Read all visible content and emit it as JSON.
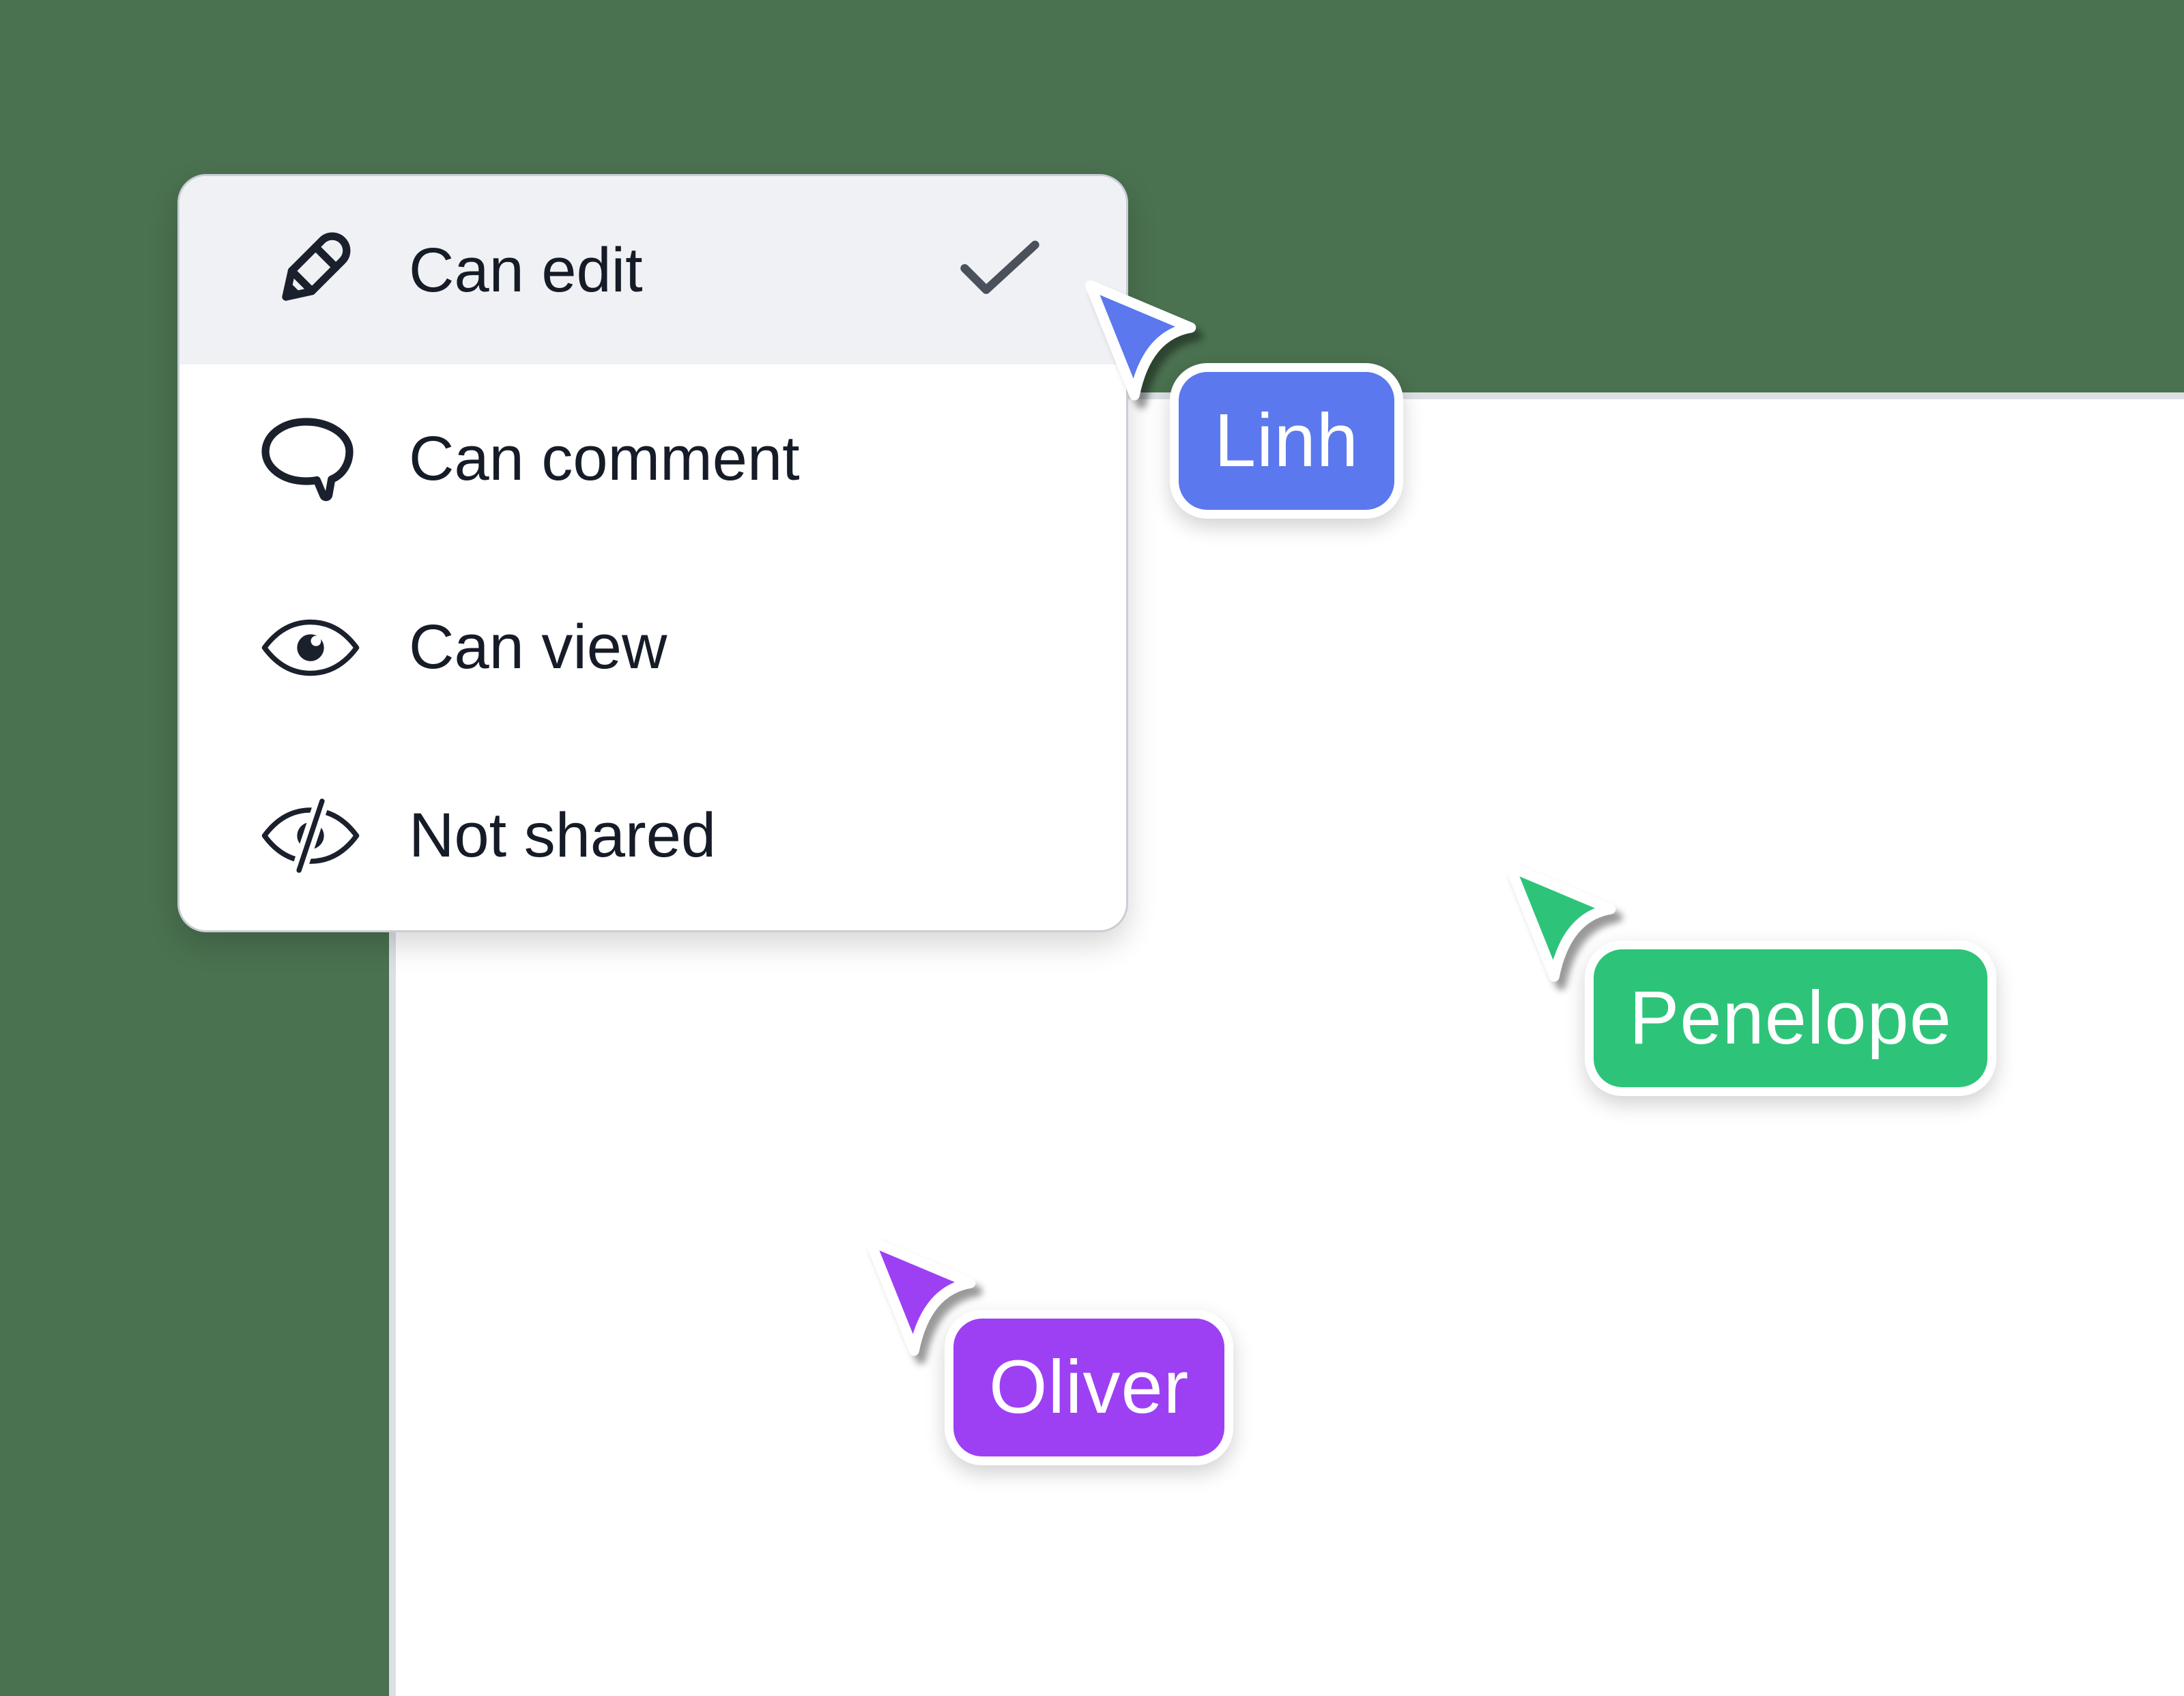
{
  "background": {
    "color": "#4A7150"
  },
  "canvas": {
    "background": "#FFFFFF",
    "edge_color": "#DCE0E4"
  },
  "menu": {
    "selected_bg": "#F0F1F4",
    "text_color": "#161C27",
    "check_color": "#4B515C",
    "items": [
      {
        "label": "Can edit",
        "icon": "pencil-icon",
        "selected": true
      },
      {
        "label": "Can comment",
        "icon": "comment-icon",
        "selected": false
      },
      {
        "label": "Can view",
        "icon": "eye-icon",
        "selected": false
      },
      {
        "label": "Not shared",
        "icon": "eye-off-icon",
        "selected": false
      }
    ]
  },
  "collaborators": [
    {
      "name": "Linh",
      "color": "#5B78EE"
    },
    {
      "name": "Penelope",
      "color": "#2DC479"
    },
    {
      "name": "Oliver",
      "color": "#9D40F4"
    }
  ]
}
